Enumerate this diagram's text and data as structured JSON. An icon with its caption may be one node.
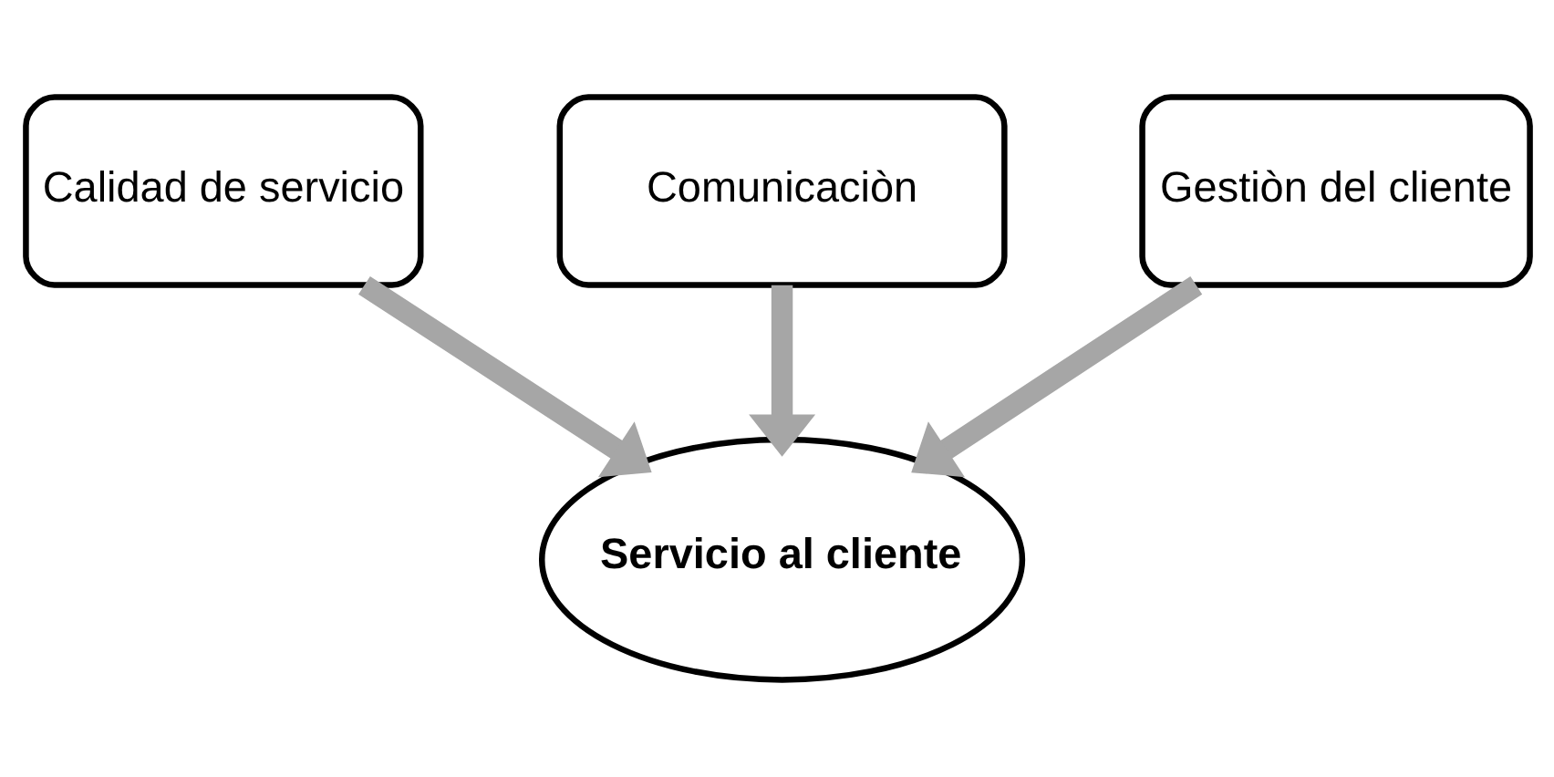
{
  "diagram": {
    "nodes": [
      {
        "text": [
          "Calidad de servicio"
        ]
      },
      {
        "text": [
          "Comunicaciòn"
        ]
      },
      {
        "text": [
          "Gestiòn del cliente"
        ]
      },
      {
        "text": [
          "Servicio al cliente"
        ]
      }
    ],
    "edges": [
      {
        "from": 0,
        "to": 3,
        "arrow": "to"
      },
      {
        "from": 1,
        "to": 3,
        "arrow": "to"
      },
      {
        "from": 2,
        "to": 3,
        "arrow": "to"
      }
    ]
  }
}
